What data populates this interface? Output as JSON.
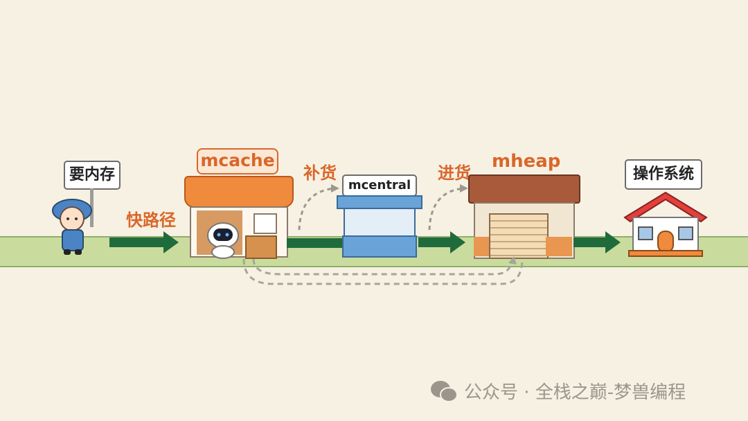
{
  "diagram": {
    "nodes": {
      "requester": {
        "sign": "要内存"
      },
      "mcache": {
        "label": "mcache"
      },
      "mcentral": {
        "label": "mcentral"
      },
      "mheap": {
        "label": "mheap"
      },
      "os": {
        "sign": "操作系统"
      }
    },
    "edges": {
      "fast_path": {
        "label": "快路径"
      },
      "refill": {
        "label": "补货"
      },
      "restock": {
        "label": "进货"
      }
    },
    "colors": {
      "background": "#f7f1e3",
      "ground": "#c9dc9e",
      "arrow": "#1f6b3c",
      "accent_label": "#d9672a",
      "mcache_awning": "#f08a3c",
      "mcentral_blue": "#6aa3d8",
      "mheap_roof": "#a85a3a",
      "os_roof": "#e2403a"
    }
  },
  "footer": {
    "icon": "wechat-icon",
    "text": "公众号 · 全栈之巅-梦兽编程"
  }
}
